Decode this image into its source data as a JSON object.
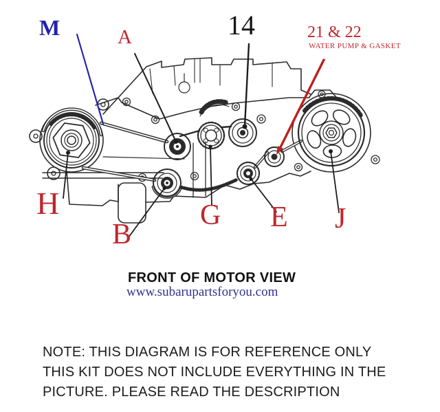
{
  "callouts": {
    "m": "M",
    "a": "A",
    "fourteen": "14",
    "water_pump_title": "21 & 22",
    "water_pump_subtitle": "WATER PUMP & GASKET",
    "h": "H",
    "b": "B",
    "g": "G",
    "e": "E",
    "j": "J"
  },
  "caption": {
    "title": "FRONT OF MOTOR VIEW",
    "website": "www.subarupartsforyou.com"
  },
  "note": {
    "line1": "NOTE: THIS DIAGRAM IS FOR REFERENCE ONLY",
    "line2": "THIS KIT DOES NOT INCLUDE EVERYTHING IN THE",
    "line3": "PICTURE. PLEASE READ THE DESCRIPTION"
  },
  "colors": {
    "callout_red": "#c0262b",
    "callout_blue": "#2222a8",
    "website_blue": "#31318f",
    "line_art": "#2b2b2b"
  }
}
